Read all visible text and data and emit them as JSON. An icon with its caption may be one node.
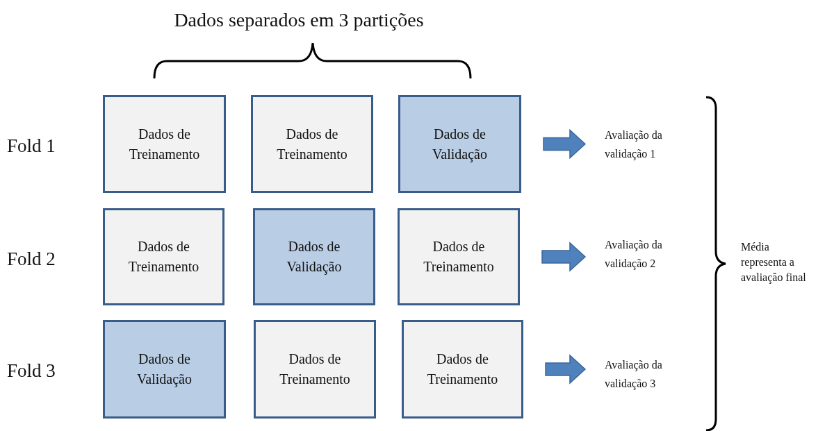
{
  "diagram": {
    "nodes": [
      {
        "text": [
          "Dados de Treinamento"
        ]
      },
      {
        "text": [
          "Dados de Treinamento"
        ]
      },
      {
        "text": [
          "Dados de Validação"
        ]
      },
      {
        "text": [
          "Avaliação da validação 1"
        ]
      },
      {
        "text": [
          "Dados de Treinamento"
        ]
      },
      {
        "text": [
          "Dados de Validação"
        ]
      },
      {
        "text": [
          "Dados de Treinamento"
        ]
      },
      {
        "text": [
          "Avaliação da validação 2"
        ]
      },
      {
        "text": [
          "Dados de Validação"
        ]
      },
      {
        "text": [
          "Dados de Treinamento"
        ]
      },
      {
        "text": [
          "Dados de Treinamento"
        ]
      },
      {
        "text": [
          "Avaliação da validação 3"
        ]
      }
    ],
    "edges": [
      {
        "from": 2,
        "to": 3,
        "arrow": "to",
        "style": "thick"
      },
      {
        "from": 6,
        "to": 7,
        "arrow": "to",
        "style": "thick"
      },
      {
        "from": 10,
        "to": 11,
        "arrow": "to",
        "style": "thick"
      }
    ],
    "labels": [
      "Dados separados em 3 partições",
      "Fold 1",
      "Fold 2",
      "Fold 3",
      "Média representa a avaliação final"
    ]
  }
}
